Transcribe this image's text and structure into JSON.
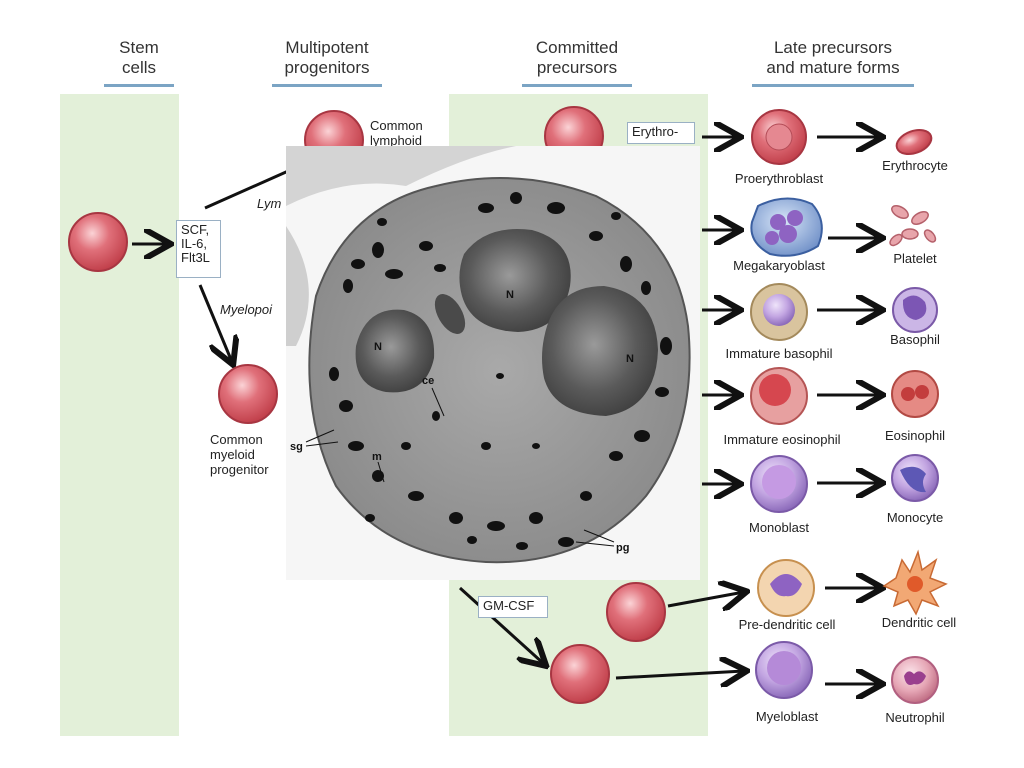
{
  "headers": {
    "stem": "Stem\ncells",
    "multipotent": "Multipotent\nprogenitors",
    "committed": "Committed\nprecursors",
    "late": "Late precursors\nand mature forms"
  },
  "stem_factors": "SCF,\nIL-6,\nFlt3L",
  "branches": {
    "lymphoid_partial": "Lym",
    "myelopoiesis_partial": "Myelopoi"
  },
  "progenitors": {
    "common_lymphoid": "Common\nlymphoid",
    "common_myeloid": "Common\nmyeloid\nprogenitor"
  },
  "cytokines": {
    "erythro_partial": "Erythro-",
    "gm_csf": "GM-CSF"
  },
  "precursors": [
    "Proerythroblast",
    "Megakaryoblast",
    "Immature basophil",
    "Immature eosinophil",
    "Monoblast",
    "Pre-dendritic cell",
    "Myeloblast"
  ],
  "mature": [
    "Erythrocyte",
    "Platelet",
    "Basophil",
    "Eosinophil",
    "Monocyte",
    "Dendritic cell",
    "Neutrophil"
  ],
  "micrograph": {
    "labels": {
      "nucleus": "N",
      "ce": "ce",
      "sg": "sg",
      "m": "m",
      "pg": "pg"
    }
  },
  "colors": {
    "band": "#e3f0d9",
    "header_line": "#7ba4c4",
    "cell_red": "#d9545e",
    "cell_purple": "#9d7bc7"
  }
}
